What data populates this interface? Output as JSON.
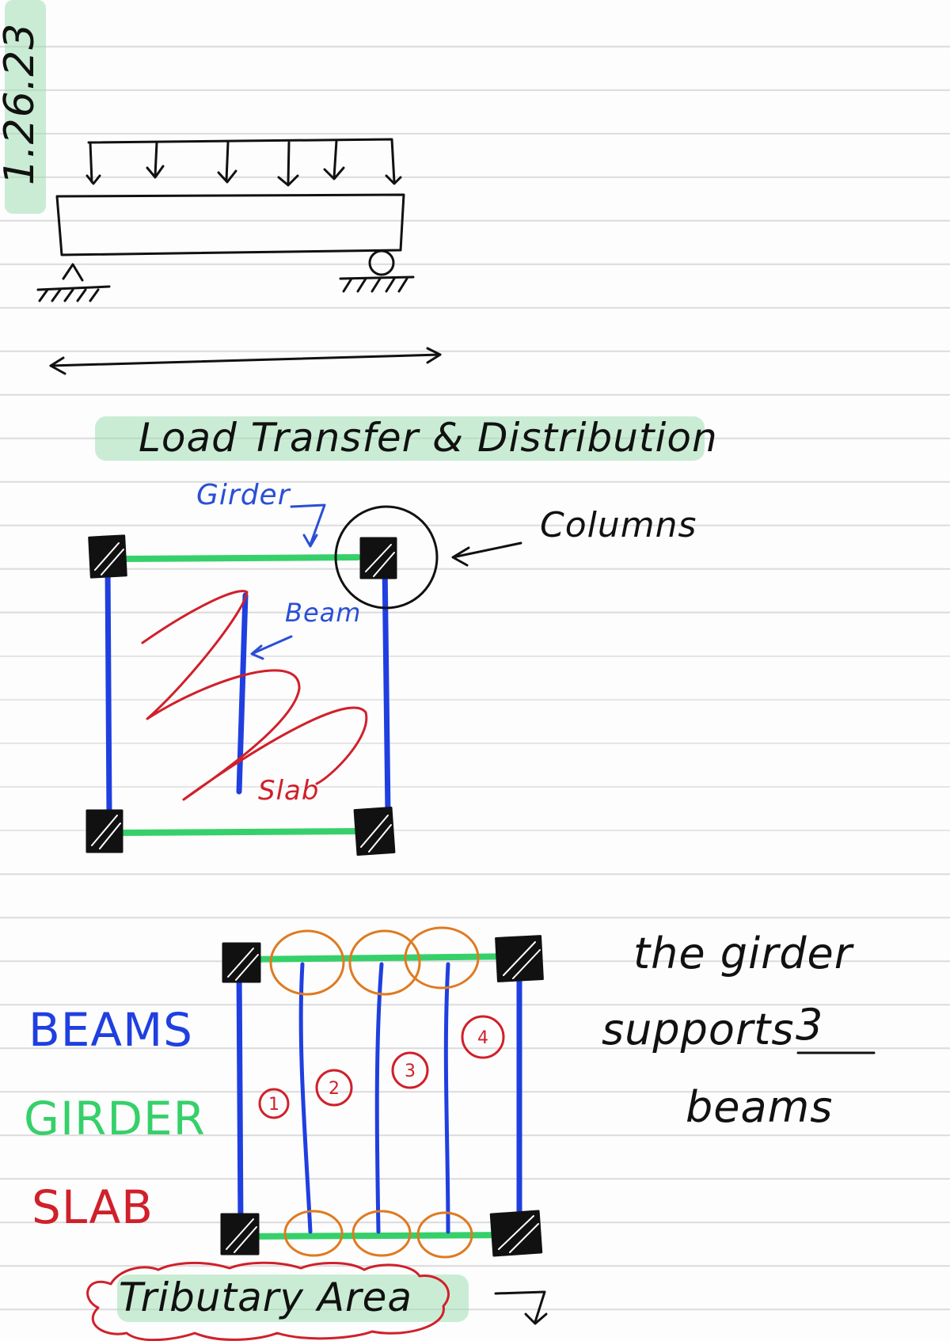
{
  "date": "1.26.23",
  "title": "Load Transfer & Distribution",
  "labels": {
    "girder": "Girder",
    "columns": "Columns",
    "beam": "Beam",
    "slab": "Slab"
  },
  "legend": {
    "beams": "BEAMS",
    "girder": "GIRDER",
    "slab": "SLAB"
  },
  "note": {
    "line1": "the girder",
    "line2": "supports",
    "count": "3",
    "line3": "beams"
  },
  "slab_panel_numbers": [
    "1",
    "2",
    "3",
    "4"
  ],
  "footer": "Tributary Area",
  "colors": {
    "ink": "#111111",
    "beam_blue": "#1f3fe0",
    "girder_green": "#36d06a",
    "slab_red": "#d0202a",
    "circle_orange": "#e07a20",
    "highlight": "#a0deb4",
    "ruled_line": "#dcdcdc"
  }
}
